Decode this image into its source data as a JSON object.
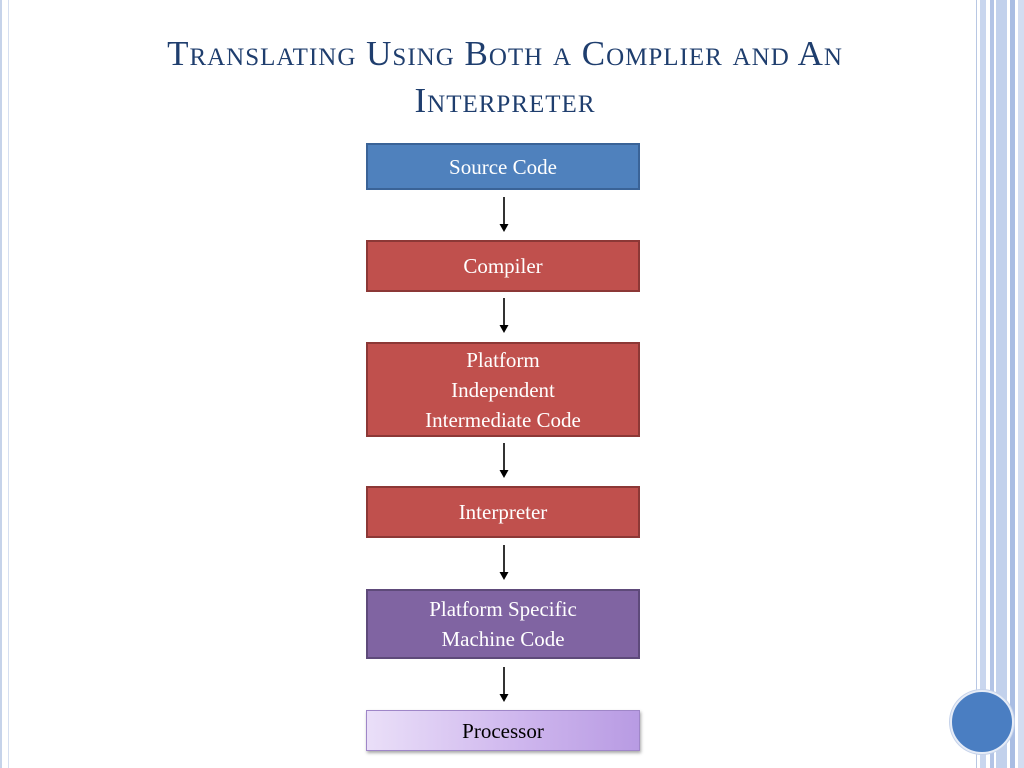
{
  "slide": {
    "title": "Translating Using Both a Complier and An\nInterpreter"
  },
  "flow": {
    "nodes": [
      {
        "label": "Source Code"
      },
      {
        "label": "Compiler"
      },
      {
        "label": "Platform\nIndependent\nIntermediate Code"
      },
      {
        "label": "Interpreter"
      },
      {
        "label": "Platform Specific\nMachine Code"
      },
      {
        "label": "Processor"
      }
    ]
  },
  "colors": {
    "title": "#1f3e6e",
    "source_box": "#4f81bd",
    "process_box": "#c0504d",
    "output_box": "#8064a2",
    "processor_box": "#cfb7ee",
    "accent_circle": "#4a7ec2"
  }
}
